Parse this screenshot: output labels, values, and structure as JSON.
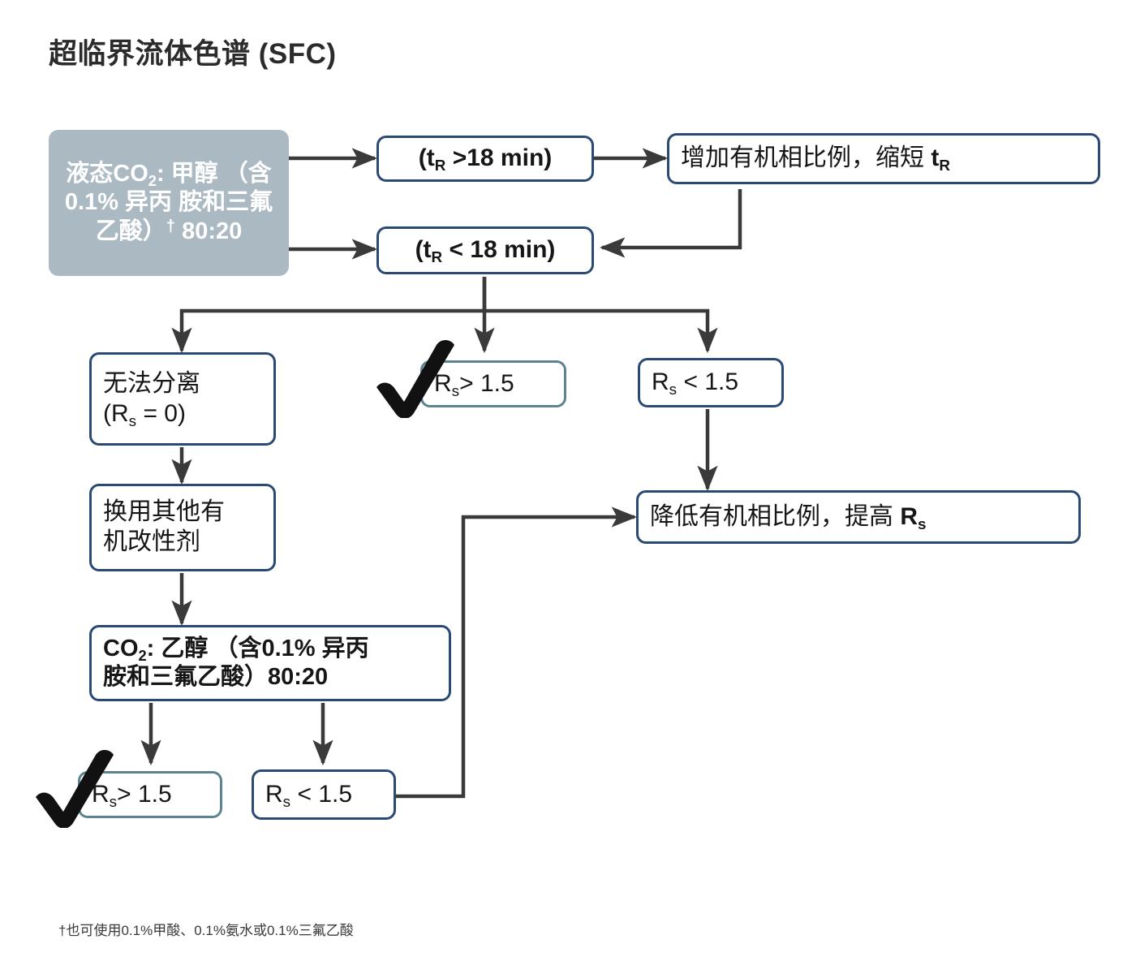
{
  "page": {
    "title": "超临界流体色谱 (SFC)",
    "footnote": "†也可使用0.1%甲酸、0.1%氨水或0.1%三氟乙酸",
    "colors": {
      "box_border_dark": "#2a4a73",
      "box_border_teal": "#5d8390",
      "start_box_fill": "#abbac2",
      "connector": "#3a3a3a",
      "text": "#161616",
      "background": "#ffffff"
    }
  },
  "nodes": {
    "start": {
      "line1_pre": "液态CO",
      "line1_sub": "2",
      "line1_post": ": 甲醇",
      "line2": "（含 0.1% 异丙",
      "line3": "胺和三氟乙酸）",
      "line3_dagger": "†",
      "line4": "80:20"
    },
    "tr_high": {
      "pre": "(t",
      "sub": "R",
      "post": " >18 min)"
    },
    "tr_low": {
      "pre": "(t",
      "sub": "R",
      "post": " < 18 min)"
    },
    "increase_organic": {
      "pre": "增加有机相比例，缩短 ",
      "bold": "t",
      "sub": "R"
    },
    "decrease_organic": {
      "pre": "降低有机相比例，提高 ",
      "bold": "R",
      "sub": "s"
    },
    "no_separation": {
      "line1": "无法分离",
      "line2_pre": "(R",
      "line2_sub": "s",
      "line2_post": " = 0)"
    },
    "switch_modifier": {
      "line1": "换用其他有",
      "line2": "机改性剂"
    },
    "rs_gt_top": {
      "pre": "R",
      "sub": "s",
      "post": "> 1.5"
    },
    "rs_lt_top": {
      "pre": "R",
      "sub": "s",
      "post": " < 1.5"
    },
    "co2_ethanol": {
      "line1_pre": "CO",
      "line1_sub": "2",
      "line1_post": ": 乙醇 （含0.1% 异丙",
      "line2": "胺和三氟乙酸）80:20"
    },
    "rs_gt_bottom": {
      "pre": "R",
      "sub": "s",
      "post": "> 1.5"
    },
    "rs_lt_bottom": {
      "pre": "R",
      "sub": "s",
      "post": " < 1.5"
    }
  },
  "marks": {
    "check_top_label": "check-mark",
    "check_bottom_label": "check-mark"
  }
}
